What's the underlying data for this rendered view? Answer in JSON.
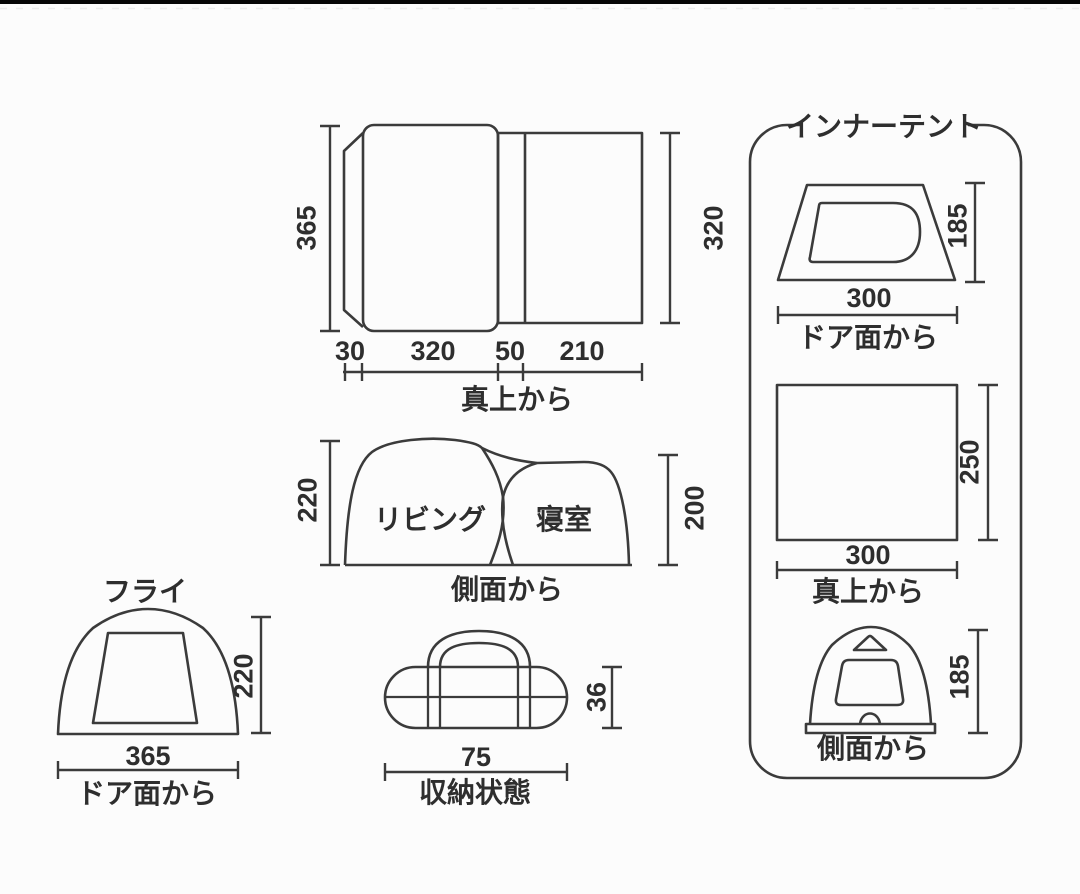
{
  "colors": {
    "line": "#3b3b3b",
    "text": "#2e2e2e",
    "background": "#fcfcfc",
    "top_bar": "#000000"
  },
  "overhead_view": {
    "caption": "真上から",
    "height_left": "365",
    "height_right": "320",
    "widths": [
      "30",
      "320",
      "50",
      "210"
    ]
  },
  "side_view": {
    "caption": "側面から",
    "height_left": "220",
    "height_right": "200",
    "label_living": "リビング",
    "label_bedroom": "寝室"
  },
  "fly_view": {
    "title": "フライ",
    "caption": "ドア面から",
    "height": "220",
    "width": "365"
  },
  "packed_view": {
    "caption": "収納状態",
    "height": "36",
    "width": "75"
  },
  "inner_tent": {
    "title": "インナーテント",
    "door_view": {
      "caption": "ドア面から",
      "height": "185",
      "width": "300"
    },
    "overhead_view": {
      "caption": "真上から",
      "depth": "250",
      "width": "300"
    },
    "side_view": {
      "caption": "側面から",
      "height": "185"
    }
  }
}
